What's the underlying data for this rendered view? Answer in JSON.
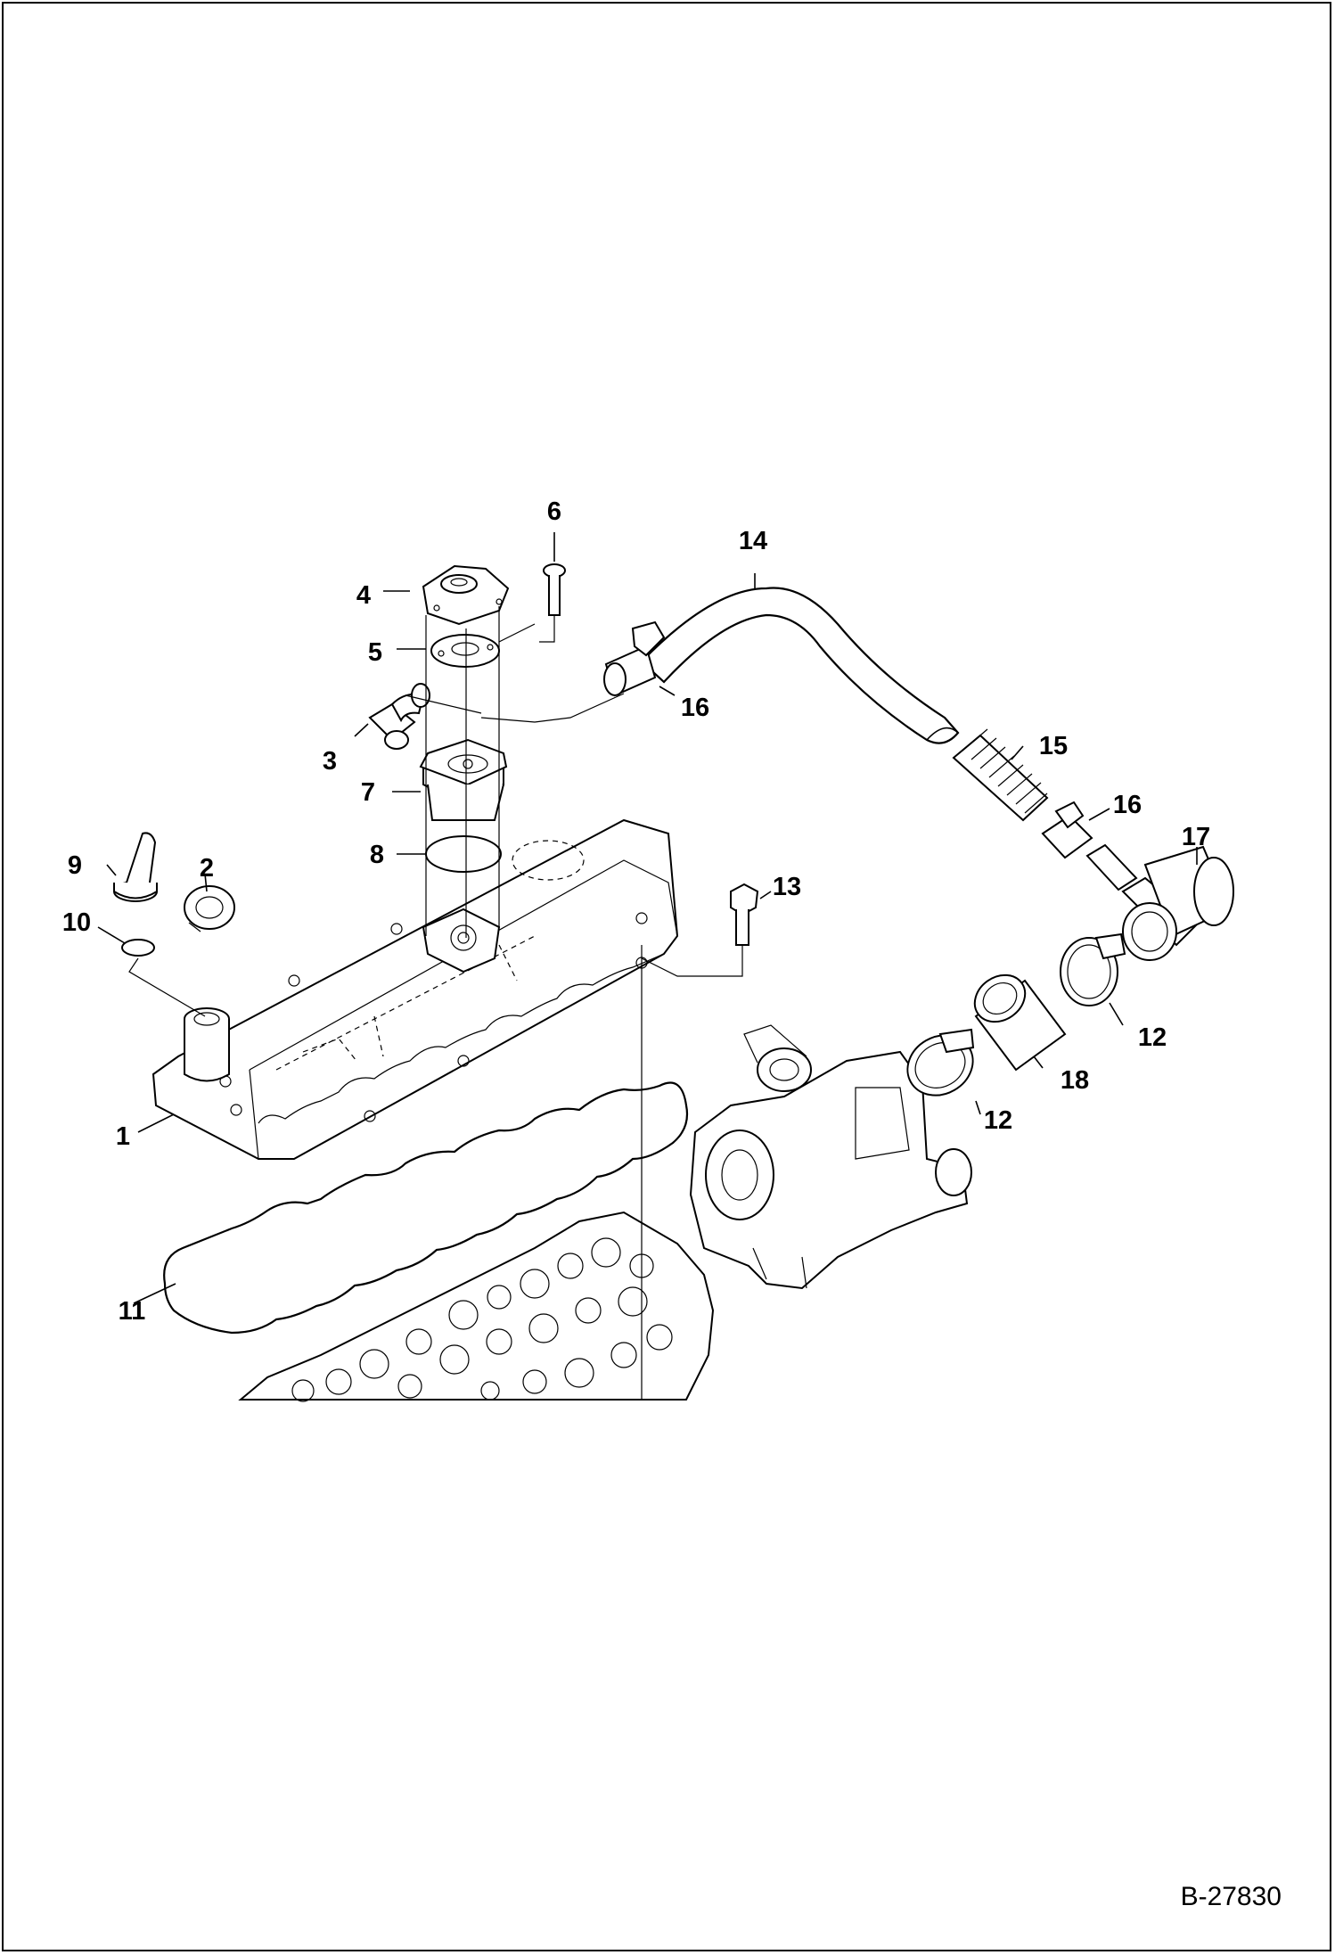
{
  "diagram": {
    "reference_code": "B-27830",
    "callouts": [
      "1",
      "2",
      "3",
      "4",
      "5",
      "6",
      "7",
      "8",
      "9",
      "10",
      "11",
      "12",
      "12",
      "13",
      "14",
      "15",
      "16",
      "16",
      "17",
      "18"
    ]
  }
}
